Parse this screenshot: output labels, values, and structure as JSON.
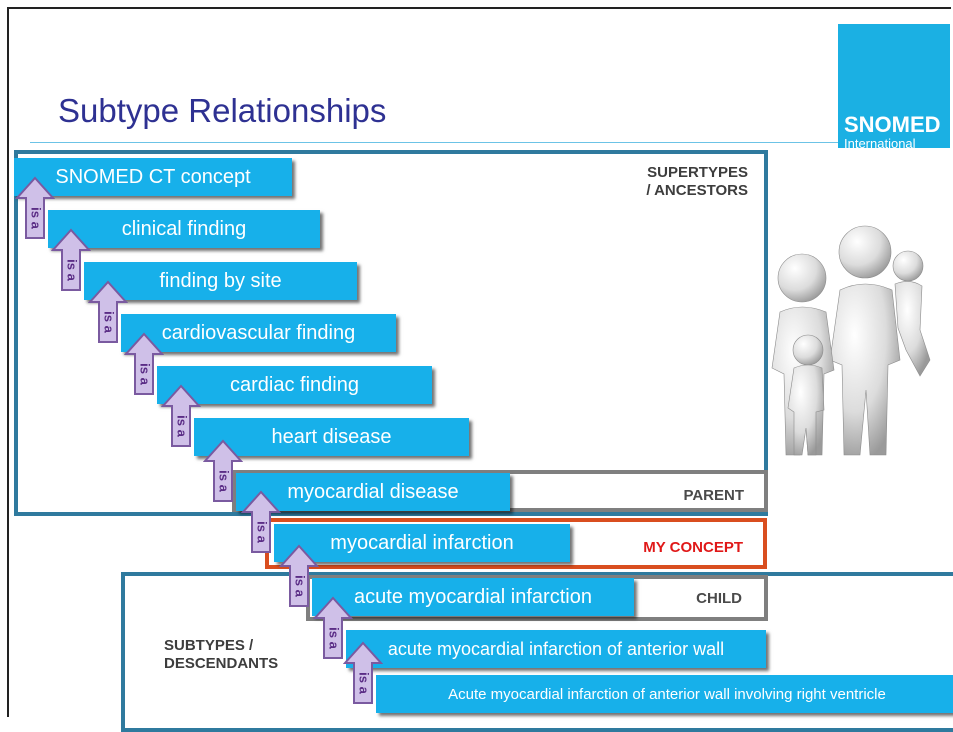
{
  "slide": {
    "title": "Subtype Relationships",
    "logo_line1": "SNOMED",
    "logo_line2": "International"
  },
  "regions": {
    "supertypes_label_line1": "SUPERTYPES",
    "supertypes_label_line2": "/ ANCESTORS",
    "subtypes_label_line1": "SUBTYPES /",
    "subtypes_label_line2": "DESCENDANTS",
    "parent_label": "PARENT",
    "my_concept_label": "MY CONCEPT",
    "child_label": "CHILD"
  },
  "relationship_label": "is a",
  "concepts": [
    "SNOMED CT concept",
    "clinical finding",
    "finding by site",
    "cardiovascular finding",
    "cardiac finding",
    "heart disease",
    "myocardial disease",
    "myocardial infarction",
    "acute myocardial infarction",
    "acute myocardial infarction of anterior wall",
    "Acute myocardial infarction of anterior wall involving right ventricle"
  ],
  "colors": {
    "concept_fill": "#17b0ea",
    "arrow_fill": "#cfc0e8",
    "arrow_stroke": "#7a5aa0",
    "frame": "#2f7a9e",
    "my_concept_border": "#d94e1f",
    "my_concept_text": "#e01818",
    "title": "#2e3192"
  }
}
